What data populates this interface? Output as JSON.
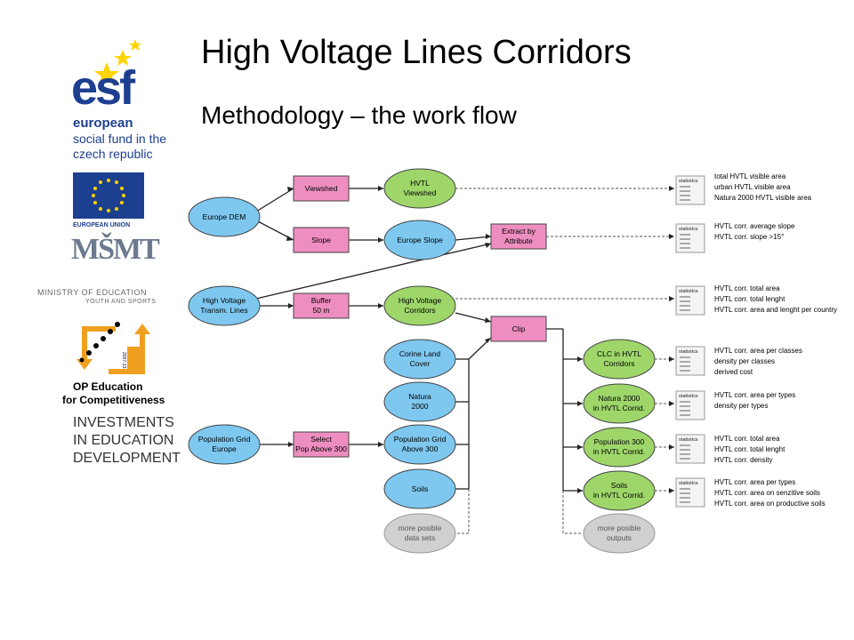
{
  "title": "High Voltage Lines Corridors",
  "subtitle": "Methodology – the work flow",
  "logos": {
    "esf_big": "esf",
    "esf_word": "european",
    "esf_sub1": "social fund in the",
    "esf_sub2": "czech republic",
    "eu_label": "EUROPEAN UNION",
    "msmt_mark": "MŠMT",
    "msmt_line1": "MINISTRY OF EDUCATION",
    "msmt_line2": "YOUTH AND SPORTS",
    "op_badge": "2007-13",
    "op_line1": "OP Education",
    "op_line2": "for Competitiveness",
    "inv_line1": "INVESTMENTS",
    "inv_line2": "IN EDUCATION",
    "inv_line3": "DEVELOPMENT"
  },
  "colors": {
    "input_fill": "#7ec8f0",
    "process_fill": "#ee8ec0",
    "intermediate_fill": "#9ed66a",
    "placeholder_fill": "#d0d0d0",
    "esf_blue": "#1d3f8f",
    "eu_yellow": "#ffd400",
    "op_orange": "#f0a020"
  },
  "diagram": {
    "nodes": {
      "europe_dem": [
        "Europe DEM"
      ],
      "hv_lines": [
        "High Voltage",
        "Transm. Lines"
      ],
      "pop_grid": [
        "Population Grid",
        "Europe"
      ],
      "viewshed": [
        "Viewshed"
      ],
      "slope": [
        "Slope"
      ],
      "buffer": [
        "Buffer",
        "50 m"
      ],
      "select_pop": [
        "Select",
        "Pop Above 300"
      ],
      "hvtl_viewshed": [
        "HVTL",
        "Viewshed"
      ],
      "europe_slope": [
        "Europe Slope"
      ],
      "hv_corridors": [
        "High Voltage",
        "Corridors"
      ],
      "extract": [
        "Extract by",
        "Attribute"
      ],
      "clip": [
        "Clip"
      ],
      "corine": [
        "Corine Land",
        "Cover"
      ],
      "natura": [
        "Natura",
        "2000"
      ],
      "pop_above": [
        "Population Grid",
        "Above 300"
      ],
      "soils": [
        "Soils"
      ],
      "more_data": [
        "more posible",
        "data sets"
      ],
      "clc_out": [
        "CLC in HVTL",
        "Corridors"
      ],
      "natura_out": [
        "Natura 2000",
        "in HVTL Corrid."
      ],
      "pop_out": [
        "Population 300",
        "in HVTL Corrid."
      ],
      "soils_out": [
        "Soils",
        "in HVTL Corrid."
      ],
      "more_out": [
        "more posible",
        "outputs"
      ]
    },
    "stat_icon_label": "statistics",
    "stats": {
      "viewshed": [
        "total HVTL visible area",
        "urban HVTL visible area",
        "Natura 2000 HVTL visible area"
      ],
      "slope": [
        "HVTL corr. average slope",
        "HVTL corr. slope >15°"
      ],
      "corridors": [
        "HVTL corr. total area",
        "HVTL corr. total lenght",
        "HVTL corr. area and lenght per country"
      ],
      "clc": [
        "HVTL corr. area per classes",
        "density per classes",
        "derived cost"
      ],
      "natura": [
        "HVTL corr. area per types",
        "density per types"
      ],
      "pop": [
        "HVTL corr. total area",
        "HVTL corr. total lenght",
        "HVTL corr. density"
      ],
      "soils": [
        "HVTL corr. area per types",
        "HVTL corr. area on senzitive soils",
        "HVTL corr. area on productive soils"
      ]
    }
  }
}
